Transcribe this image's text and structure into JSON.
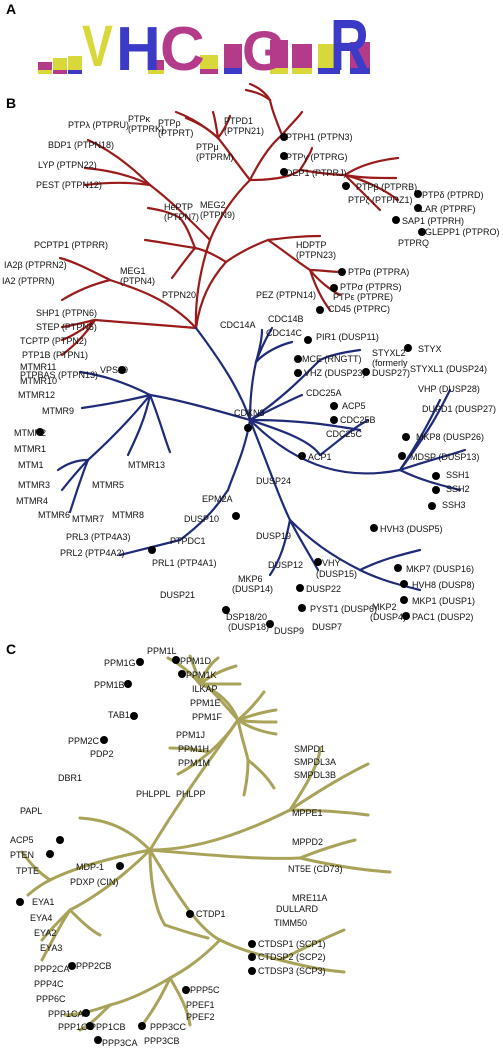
{
  "panels": {
    "a": "A",
    "b": "B",
    "c": "C"
  },
  "logo": {
    "big": [
      {
        "ch": "V",
        "color": "#d8d83a"
      },
      {
        "ch": "H",
        "color": "#3b3bc8"
      },
      {
        "ch": "C",
        "color": "#b43a8a"
      },
      {
        "ch": "G",
        "color": "#b43a8a"
      },
      {
        "ch": "R",
        "color": "#3b3bc8"
      }
    ]
  },
  "colors": {
    "tyrosine": "#9a1b1b",
    "dual": "#1f2a78",
    "ser_thr": "#a9a35a"
  },
  "b": {
    "labels": [
      "PTPλ (PTPRU)",
      "PTPκ",
      "(PTPRK)",
      "PTPρ",
      "(PTPRT)",
      "PTPD1",
      "(PTPN21)",
      "PTPH1 (PTPN3)",
      "BDP1 (PTPN18)",
      "PTPμ",
      "(PTPRM)",
      "PTPγ (PTPRG)",
      "LYP (PTPN22)",
      "DEP1 (PTPRJ)",
      "PEST (PTPN12)",
      "PTPβ (PTPRB)",
      "PTPδ (PTPRD)",
      "PTPζ (PTPRZ1)",
      "LAR (PTPRF)",
      "SAP1 (PTPRH)",
      "GLEPP1 (PTPRO)",
      "HePTP",
      "(PTPN7)",
      "MEG2",
      "(PTPN9)",
      "PTPRQ",
      "PCPTP1 (PTPRR)",
      "HDPTP",
      "(PTPN23)",
      "IA2β (PTPRN2)",
      "MEG1",
      "(PTPN4)",
      "IA2 (PTPRN)",
      "PTPα (PTPRA)",
      "PTPσ (PTPRS)",
      "PTPN20",
      "PEZ (PTPN14)",
      "PTPε (PTPRE)",
      "CD45 (PTPRC)",
      "SHP1 (PTPN6)",
      "STEP (PTPN5)",
      "TCPTP (PTPN2)",
      "PTP1B (PTPN1)",
      "PTPBAS (PTPN13)",
      "CDC14B",
      "CDC14A",
      "CDC14C",
      "PIR1 (DUSP11)",
      "MTMR11",
      "VPS29",
      "MCE (RNGTT)",
      "MTMR10",
      "VHZ (DUSP23)",
      "STYXL2",
      "(formerly",
      "DUSP27)",
      "STYX",
      "STYXL1 (DUSP24)",
      "MTMR12",
      "VHP (DUSP28)",
      "MTMR9",
      "CDC25A",
      "ACP5",
      "CDKN3",
      "DUPD1 (DUSP27)",
      "CDC25B",
      "MTMR2",
      "CDC25C",
      "MKP8 (DUSP26)",
      "MTMR1",
      "MDSP (DUSP13)",
      "ACP1",
      "MTM1",
      "MTMR13",
      "SSH1",
      "DUSP24",
      "SSH2",
      "MTMR3",
      "MTMR5",
      "SSH3",
      "EPM2A",
      "MTMR4",
      "MTMR6",
      "MTMR7",
      "MTMR8",
      "DUSP10",
      "HVH3 (DUSP5)",
      "PRL3 (PTP4A3)",
      "PTPDC1",
      "DUSP19",
      "PRL2 (PTP4A2)",
      "PRL1 (PTP4A1)",
      "DUSP12",
      "VHY",
      "(DUSP15)",
      "MKP7 (DUSP16)",
      "HVH8 (DUSP8)",
      "MKP6",
      "(DUSP14)",
      "DUSP22",
      "MKP1 (DUSP1)",
      "DUSP21",
      "MKP2",
      "(DUSP4)",
      "PAC1 (DUSP2)",
      "PYST1 (DUSP6)",
      "DSP18/20",
      "(DUSP18)",
      "DUSP9",
      "DUSP7"
    ]
  },
  "c": {
    "labels": [
      "PPM1L",
      "PPM1G",
      "PPM1D",
      "PPM1K",
      "PPM1B",
      "ILKAP",
      "PPM1E",
      "TAB1",
      "PPM1F",
      "PPM2C",
      "PPM1J",
      "PDP2",
      "PPM1H",
      "PPM1M",
      "DBR1",
      "PHLPPL",
      "PHLPP",
      "SMPD1",
      "SMPDL3A",
      "SMPDL3B",
      "PAPL",
      "MPPE1",
      "ACP5",
      "PTEN",
      "MPPD2",
      "TPTE",
      "NT5E (CD73)",
      "MDP-1",
      "PDXP (CIN)",
      "MRE11A",
      "EYA1",
      "EYA4",
      "CTDP1",
      "DULLARD",
      "EYA2",
      "TIMM50",
      "EYA3",
      "CTDSP1 (SCP1)",
      "CTDSP2 (SCP2)",
      "CTDSP3 (SCP3)",
      "PPP2CA",
      "PPP2CB",
      "PPP4C",
      "PPP6C",
      "PPP5C",
      "PPP1CA",
      "PPEF1",
      "PPP1CC",
      "PPEF2",
      "PPP1CB",
      "PPP3CC",
      "PPP3CB",
      "PPP3CA"
    ]
  }
}
